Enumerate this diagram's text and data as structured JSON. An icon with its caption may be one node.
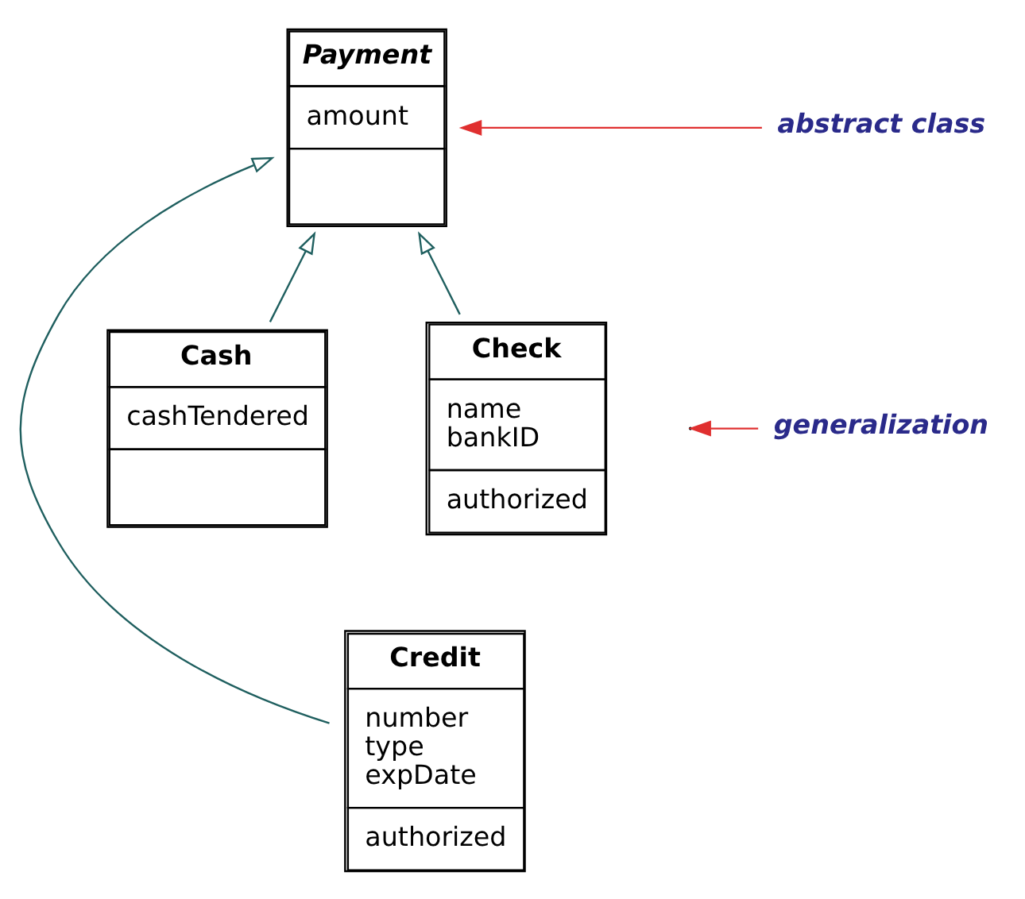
{
  "diagram": {
    "nodes": [
      {
        "text": [
          "abstract class"
        ]
      },
      {
        "text": [
          "Payment",
          "amount"
        ]
      },
      {
        "text": [
          "generalization"
        ]
      },
      {
        "text": [
          "Credit",
          "number type expDate",
          "authorized"
        ]
      },
      {
        "text": [
          "Cash",
          "cashTendered"
        ]
      },
      {
        "text": [
          "Check",
          "name bankID",
          "authorized"
        ]
      }
    ],
    "edges": [
      {
        "from": 0,
        "to": 1,
        "arrow": "to",
        "color": "#e03030"
      },
      {
        "from": 2,
        "to": null,
        "arrow": "to",
        "color": "#e03030"
      },
      {
        "from": 3,
        "to": 1,
        "arrow": "to"
      },
      {
        "from": 4,
        "to": 1,
        "arrow": "to"
      },
      {
        "from": 5,
        "to": 1,
        "arrow": "to"
      }
    ]
  }
}
